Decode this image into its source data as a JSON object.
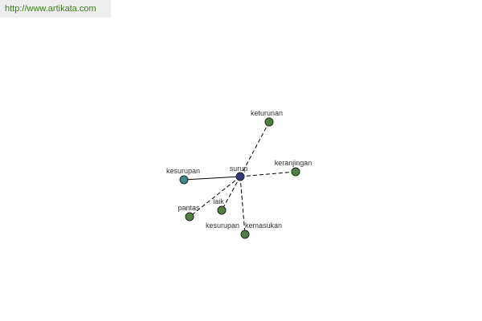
{
  "watermark": {
    "url_text": "http://www.artikata.com"
  },
  "graph": {
    "center": {
      "label": "surup"
    },
    "nodes": [
      {
        "label": "keturunan"
      },
      {
        "label": "keranjingan"
      },
      {
        "label": "kesurupan"
      },
      {
        "label": "pantas"
      },
      {
        "label": "laik"
      },
      {
        "label": "kemasukan"
      }
    ],
    "extra_labels": [
      "kesurupan"
    ]
  },
  "colors": {
    "center_node": "#35357d",
    "synonym_node": "#4f7f42",
    "related_node": "#3d8a88",
    "watermark_text": "#3a7d1c",
    "watermark_bg": "#eeeeee"
  }
}
